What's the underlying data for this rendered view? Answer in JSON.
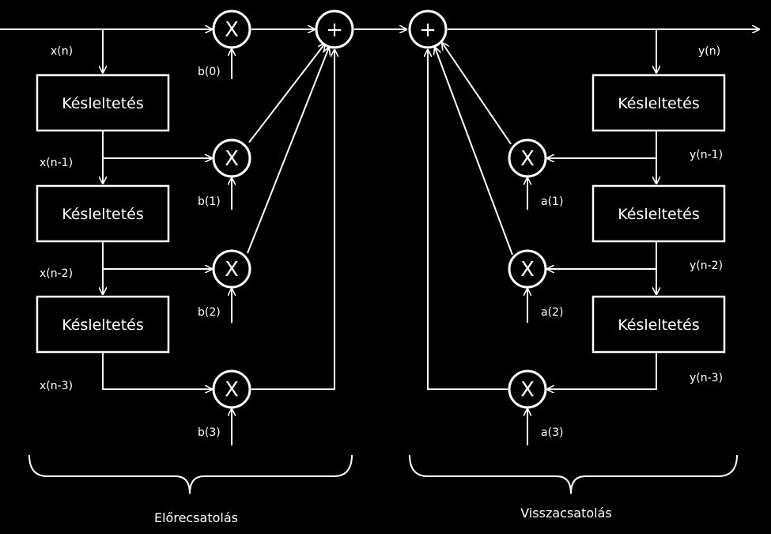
{
  "delay_label": "Késleltetés",
  "multiply_symbol": "X",
  "add_symbol": "+",
  "signals": {
    "x0": "x(n)",
    "x1": "x(n-1)",
    "x2": "x(n-2)",
    "x3": "x(n-3)",
    "y0": "y(n)",
    "y1": "y(n-1)",
    "y2": "y(n-2)",
    "y3": "y(n-3)"
  },
  "coefficients": {
    "b0": "b(0)",
    "b1": "b(1)",
    "b2": "b(2)",
    "b3": "b(3)",
    "a1": "a(1)",
    "a2": "a(2)",
    "a3": "a(3)"
  },
  "captions": {
    "feedforward": "Előrecsatolás",
    "feedback": "Visszacsatolás"
  }
}
